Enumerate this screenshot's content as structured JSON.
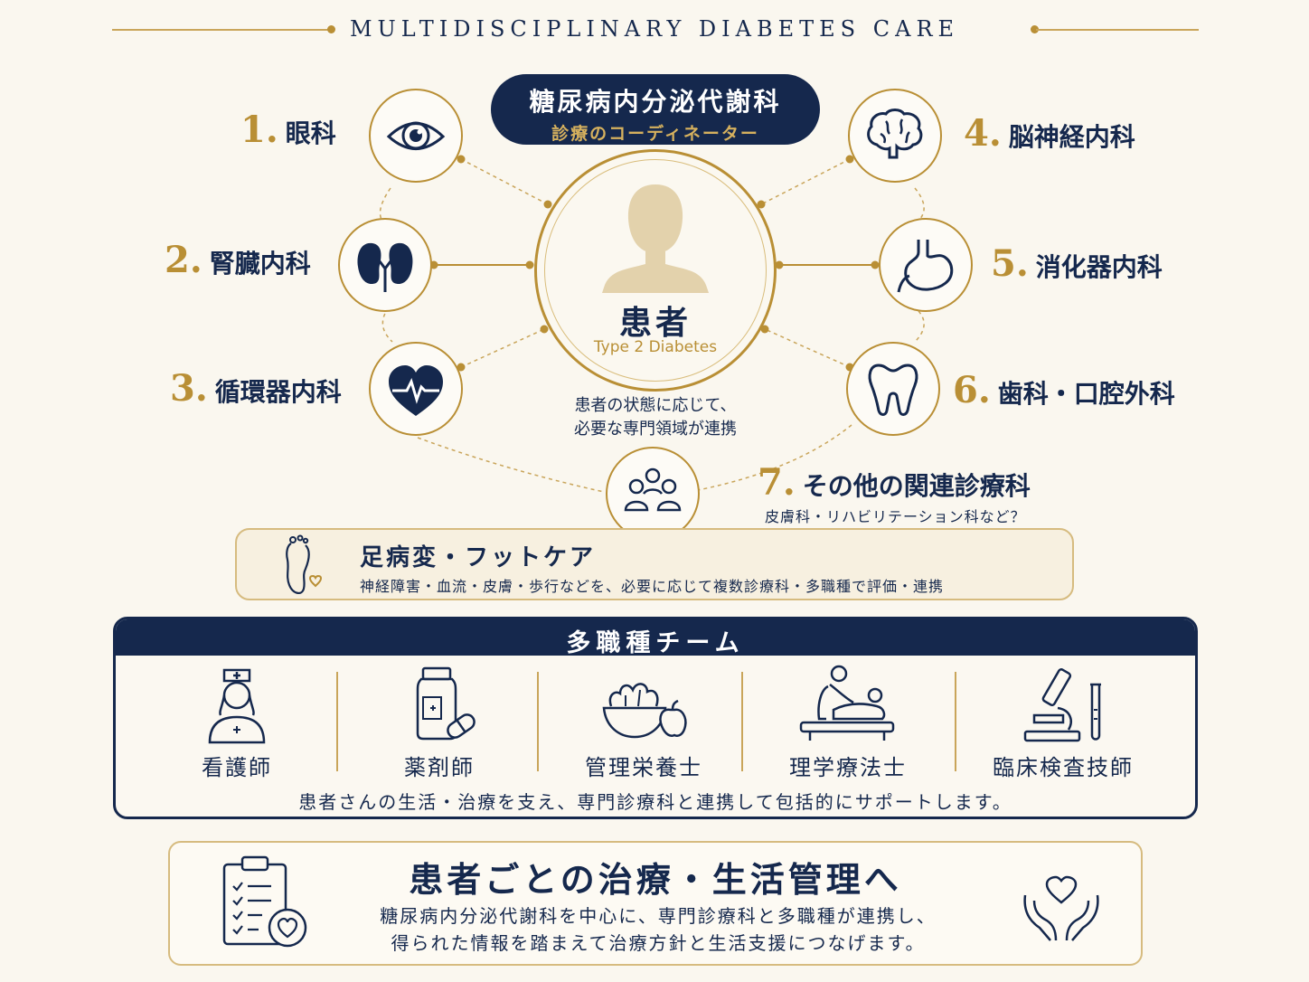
{
  "header": {
    "title": "MULTIDISCIPLINARY DIABETES CARE"
  },
  "coordinator": {
    "main": "糖尿病内分泌代謝科",
    "sub": "診療のコーディネーター"
  },
  "patient": {
    "label": "患者",
    "sublabel": "Type 2 Diabetes",
    "note_line1": "患者の状態に応じて、",
    "note_line2": "必要な専門領域が連携"
  },
  "specialties": [
    {
      "num": "1.",
      "name": "眼科",
      "icon": "eye-icon"
    },
    {
      "num": "2.",
      "name": "腎臓内科",
      "icon": "kidney-icon"
    },
    {
      "num": "3.",
      "name": "循環器内科",
      "icon": "heart-pulse-icon"
    },
    {
      "num": "4.",
      "name": "脳神経内科",
      "icon": "brain-icon"
    },
    {
      "num": "5.",
      "name": "消化器内科",
      "icon": "stomach-icon"
    },
    {
      "num": "6.",
      "name": "歯科・口腔外科",
      "icon": "tooth-icon"
    },
    {
      "num": "7.",
      "name": "その他の関連診療科",
      "note": "皮膚科・リハビリテーション科など？",
      "icon": "people-group-icon"
    }
  ],
  "foot_care": {
    "title": "足病変・フットケア",
    "desc": "神経障害・血流・皮膚・歩行などを、必要に応じて複数診療科・多職種で評価・連携",
    "icon": "foot-heart-icon"
  },
  "team": {
    "title": "多職種チーム",
    "members": [
      {
        "label": "看護師",
        "icon": "nurse-icon"
      },
      {
        "label": "薬剤師",
        "icon": "medicine-bottle-icon"
      },
      {
        "label": "管理栄養士",
        "icon": "food-bowl-icon"
      },
      {
        "label": "理学療法士",
        "icon": "physiotherapy-icon"
      },
      {
        "label": "臨床検査技師",
        "icon": "microscope-icon"
      }
    ],
    "note": "患者さんの生活・治療を支え、専門診療科と連携して包括的にサポートします。"
  },
  "bottom": {
    "title": "患者ごとの治療・生活管理へ",
    "desc_line1": "糖尿病内分泌代謝科を中心に、専門診療科と多職種が連携し、",
    "desc_line2": "得られた情報を踏まえて治療方針と生活支援につなげます。",
    "left_icon": "clipboard-heart-icon",
    "right_icon": "hands-heart-icon"
  },
  "colors": {
    "navy": "#15284d",
    "gold": "#b98f35",
    "background": "#faf7ef"
  }
}
